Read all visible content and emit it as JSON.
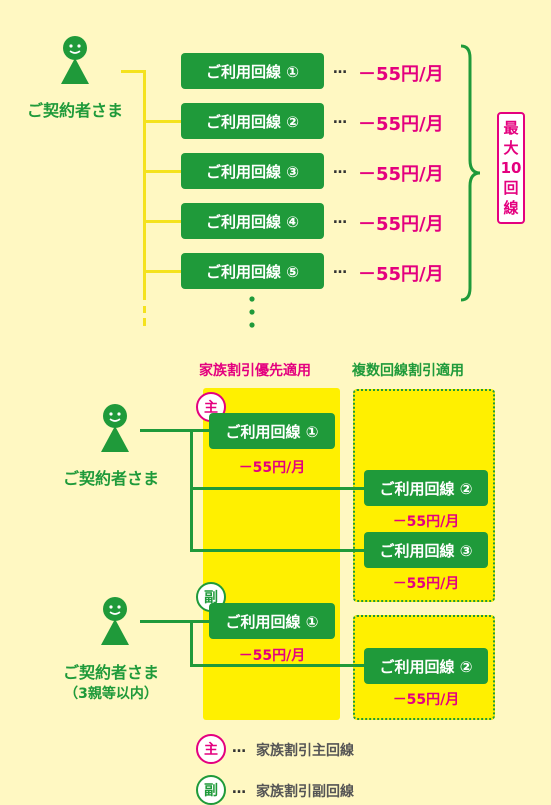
{
  "top": {
    "customer": "ご契約者さま",
    "lines": [
      {
        "label": "ご利用回線 ①",
        "dots": "…",
        "price": "－55円/月"
      },
      {
        "label": "ご利用回線 ②",
        "dots": "…",
        "price": "－55円/月"
      },
      {
        "label": "ご利用回線 ③",
        "dots": "…",
        "price": "－55円/月"
      },
      {
        "label": "ご利用回線 ④",
        "dots": "…",
        "price": "－55円/月"
      },
      {
        "label": "ご利用回線 ⑤",
        "dots": "…",
        "price": "－55円/月"
      }
    ],
    "max": "最大10回線"
  },
  "bottom": {
    "col_family": "家族割引優先適用",
    "col_multi": "複数回線割引適用",
    "group1": {
      "badge": "主",
      "customer": "ご契約者さま",
      "family_line": {
        "label": "ご利用回線 ①",
        "price": "－55円/月"
      },
      "multi_lines": [
        {
          "label": "ご利用回線 ②",
          "price": "－55円/月"
        },
        {
          "label": "ご利用回線 ③",
          "price": "－55円/月"
        }
      ]
    },
    "group2": {
      "badge": "副",
      "customer": "ご契約者さま",
      "customer_note": "（3親等以内）",
      "family_line": {
        "label": "ご利用回線 ①",
        "price": "－55円/月"
      },
      "multi_lines": [
        {
          "label": "ご利用回線 ②",
          "price": "－55円/月"
        }
      ]
    }
  },
  "legend": [
    {
      "badge": "主",
      "dots": "…",
      "text": "家族割引主回線"
    },
    {
      "badge": "副",
      "dots": "…",
      "text": "家族割引副回線"
    }
  ],
  "colors": {
    "green": "#1f9a3a",
    "pink": "#e4007f",
    "yellow": "#fff000",
    "line_yellow": "#f4e21f",
    "bg": "#fff8c2"
  }
}
